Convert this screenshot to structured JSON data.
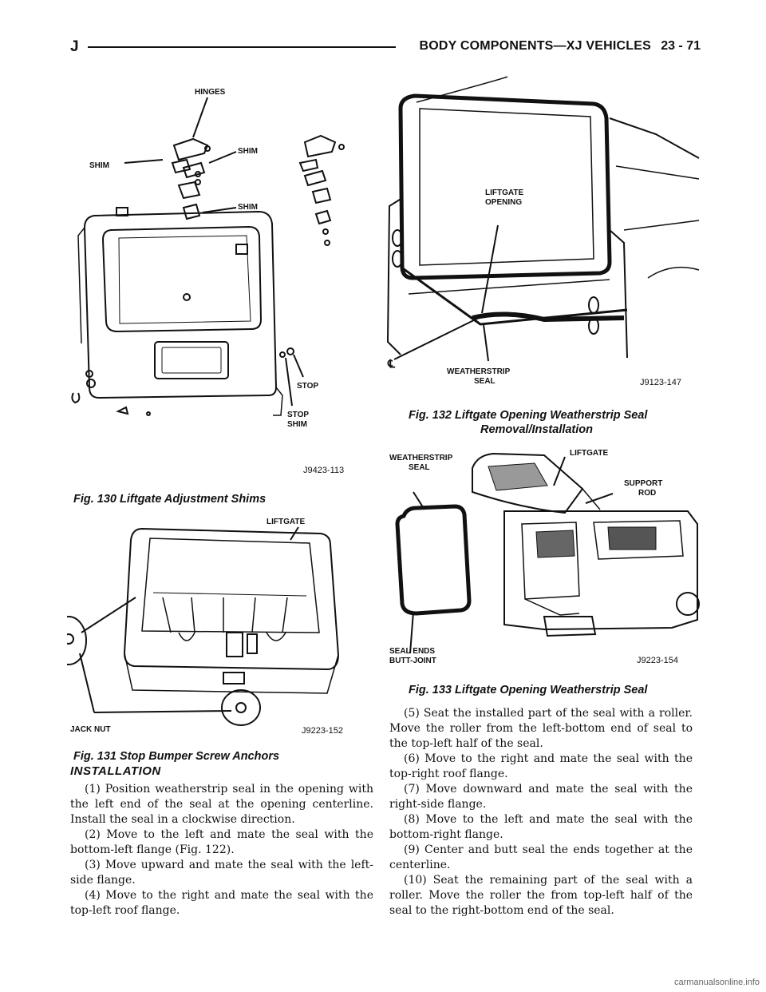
{
  "header": {
    "section_letter": "J",
    "title": "BODY COMPONENTS—XJ VEHICLES",
    "page": "23 - 71"
  },
  "figures": {
    "fig130": {
      "caption": "Fig. 130 Liftgate Adjustment Shims",
      "code": "J9423-113",
      "labels": {
        "hinges": "HINGES",
        "shim_left": "SHIM",
        "shim_right": "SHIM",
        "shim_lower": "SHIM",
        "stop": "STOP",
        "stop_shim_1": "STOP",
        "stop_shim_2": "SHIM"
      }
    },
    "fig131": {
      "caption": "Fig. 131 Stop Bumper Screw Anchors",
      "code": "J9223-152",
      "labels": {
        "liftgate": "LIFTGATE",
        "jack_nut": "JACK NUT"
      }
    },
    "fig132": {
      "caption_line1": "Fig. 132 Liftgate Opening Weatherstrip Seal",
      "caption_line2": "Removal/Installation",
      "code": "J9123-147",
      "labels": {
        "opening_1": "LIFTGATE",
        "opening_2": "OPENING",
        "ws_1": "WEATHERSTRIP",
        "ws_2": "SEAL",
        "cl": "℄"
      }
    },
    "fig133": {
      "caption": "Fig. 133 Liftgate Opening Weatherstrip Seal",
      "code": "J9223-154",
      "labels": {
        "ws_1": "WEATHERSTRIP",
        "ws_2": "SEAL",
        "liftgate": "LIFTGATE",
        "support_1": "SUPPORT",
        "support_2": "ROD",
        "ends_1": "SEAL ENDS",
        "ends_2": "BUTT-JOINT"
      }
    }
  },
  "section_heading": "INSTALLATION",
  "left_steps": [
    "(1) Position weatherstrip seal in the opening with the left end of the seal at the opening centerline. Install the seal in a clockwise direction.",
    "(2) Move to the left and mate the seal with the bottom-left flange (Fig. 122).",
    "(3) Move upward and mate the seal with the left-side flange.",
    "(4) Move to the right and mate the seal with the top-left roof flange."
  ],
  "right_steps": [
    "(5) Seat the installed part of the seal with a roller. Move the roller from the left-bottom end of seal to the top-left half of the seal.",
    "(6) Move to the right and mate the seal with the top-right roof flange.",
    "(7) Move downward and mate the seal with the right-side flange.",
    "(8) Move to the left and mate the seal with the bottom-right flange.",
    "(9) Center and butt seal the ends together at the centerline.",
    "(10) Seat the remaining part of the seal with a roller. Move the roller the from top-left half of the seal to the right-bottom end of the seal."
  ],
  "watermark": "carmanualsonline.info"
}
